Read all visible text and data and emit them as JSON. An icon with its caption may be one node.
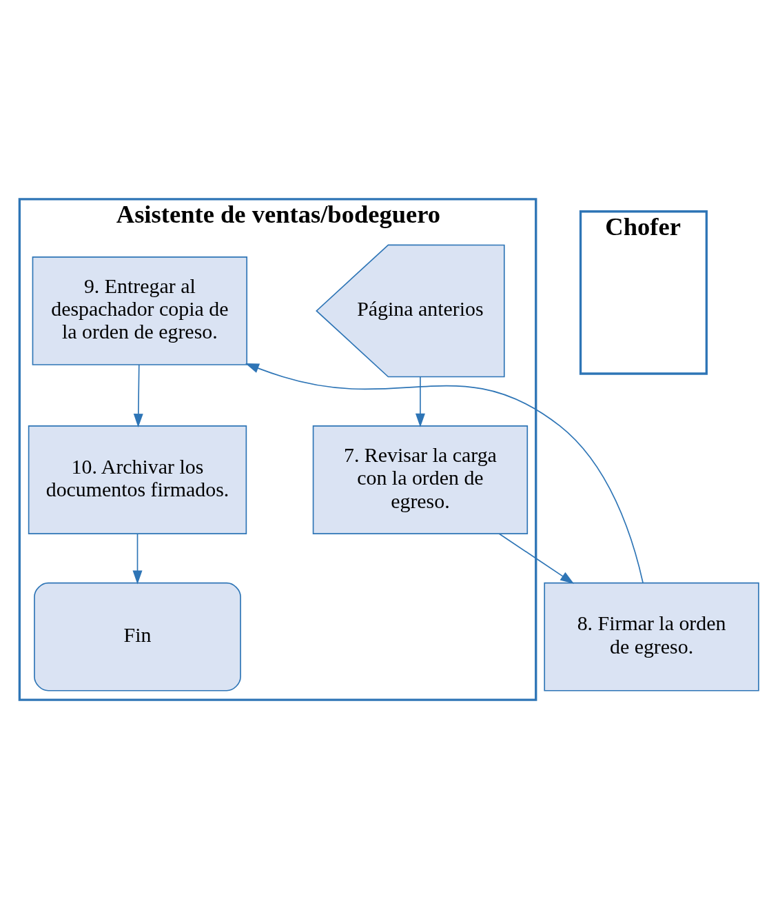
{
  "diagram": {
    "nodes": [
      {
        "text": [
          "Asistente de ventas/bodeguero"
        ]
      },
      {
        "text": [
          "Chofer"
        ]
      },
      {
        "text": [
          "7. Revisar la carga con la orden de egreso."
        ],
        "in": 0
      },
      {
        "text": [
          "Página anterios"
        ],
        "in": 0
      },
      {
        "text": [
          "9. Entregar al despachador copia de la orden de egreso."
        ],
        "in": 0
      },
      {
        "text": [
          "8. Firmar la orden de egreso."
        ]
      },
      {
        "text": [
          "10. Archivar los documentos firmados."
        ],
        "in": 0
      },
      {
        "text": [
          "Fin"
        ],
        "in": 0
      }
    ],
    "edges": [
      {
        "from": 3,
        "to": 2,
        "arrow": "to"
      },
      {
        "from": 2,
        "to": 5,
        "arrow": "to"
      },
      {
        "from": 5,
        "to": 4,
        "arrow": "to"
      },
      {
        "from": 4,
        "to": 6,
        "arrow": "to"
      },
      {
        "from": 6,
        "to": 7,
        "arrow": "to"
      }
    ]
  }
}
